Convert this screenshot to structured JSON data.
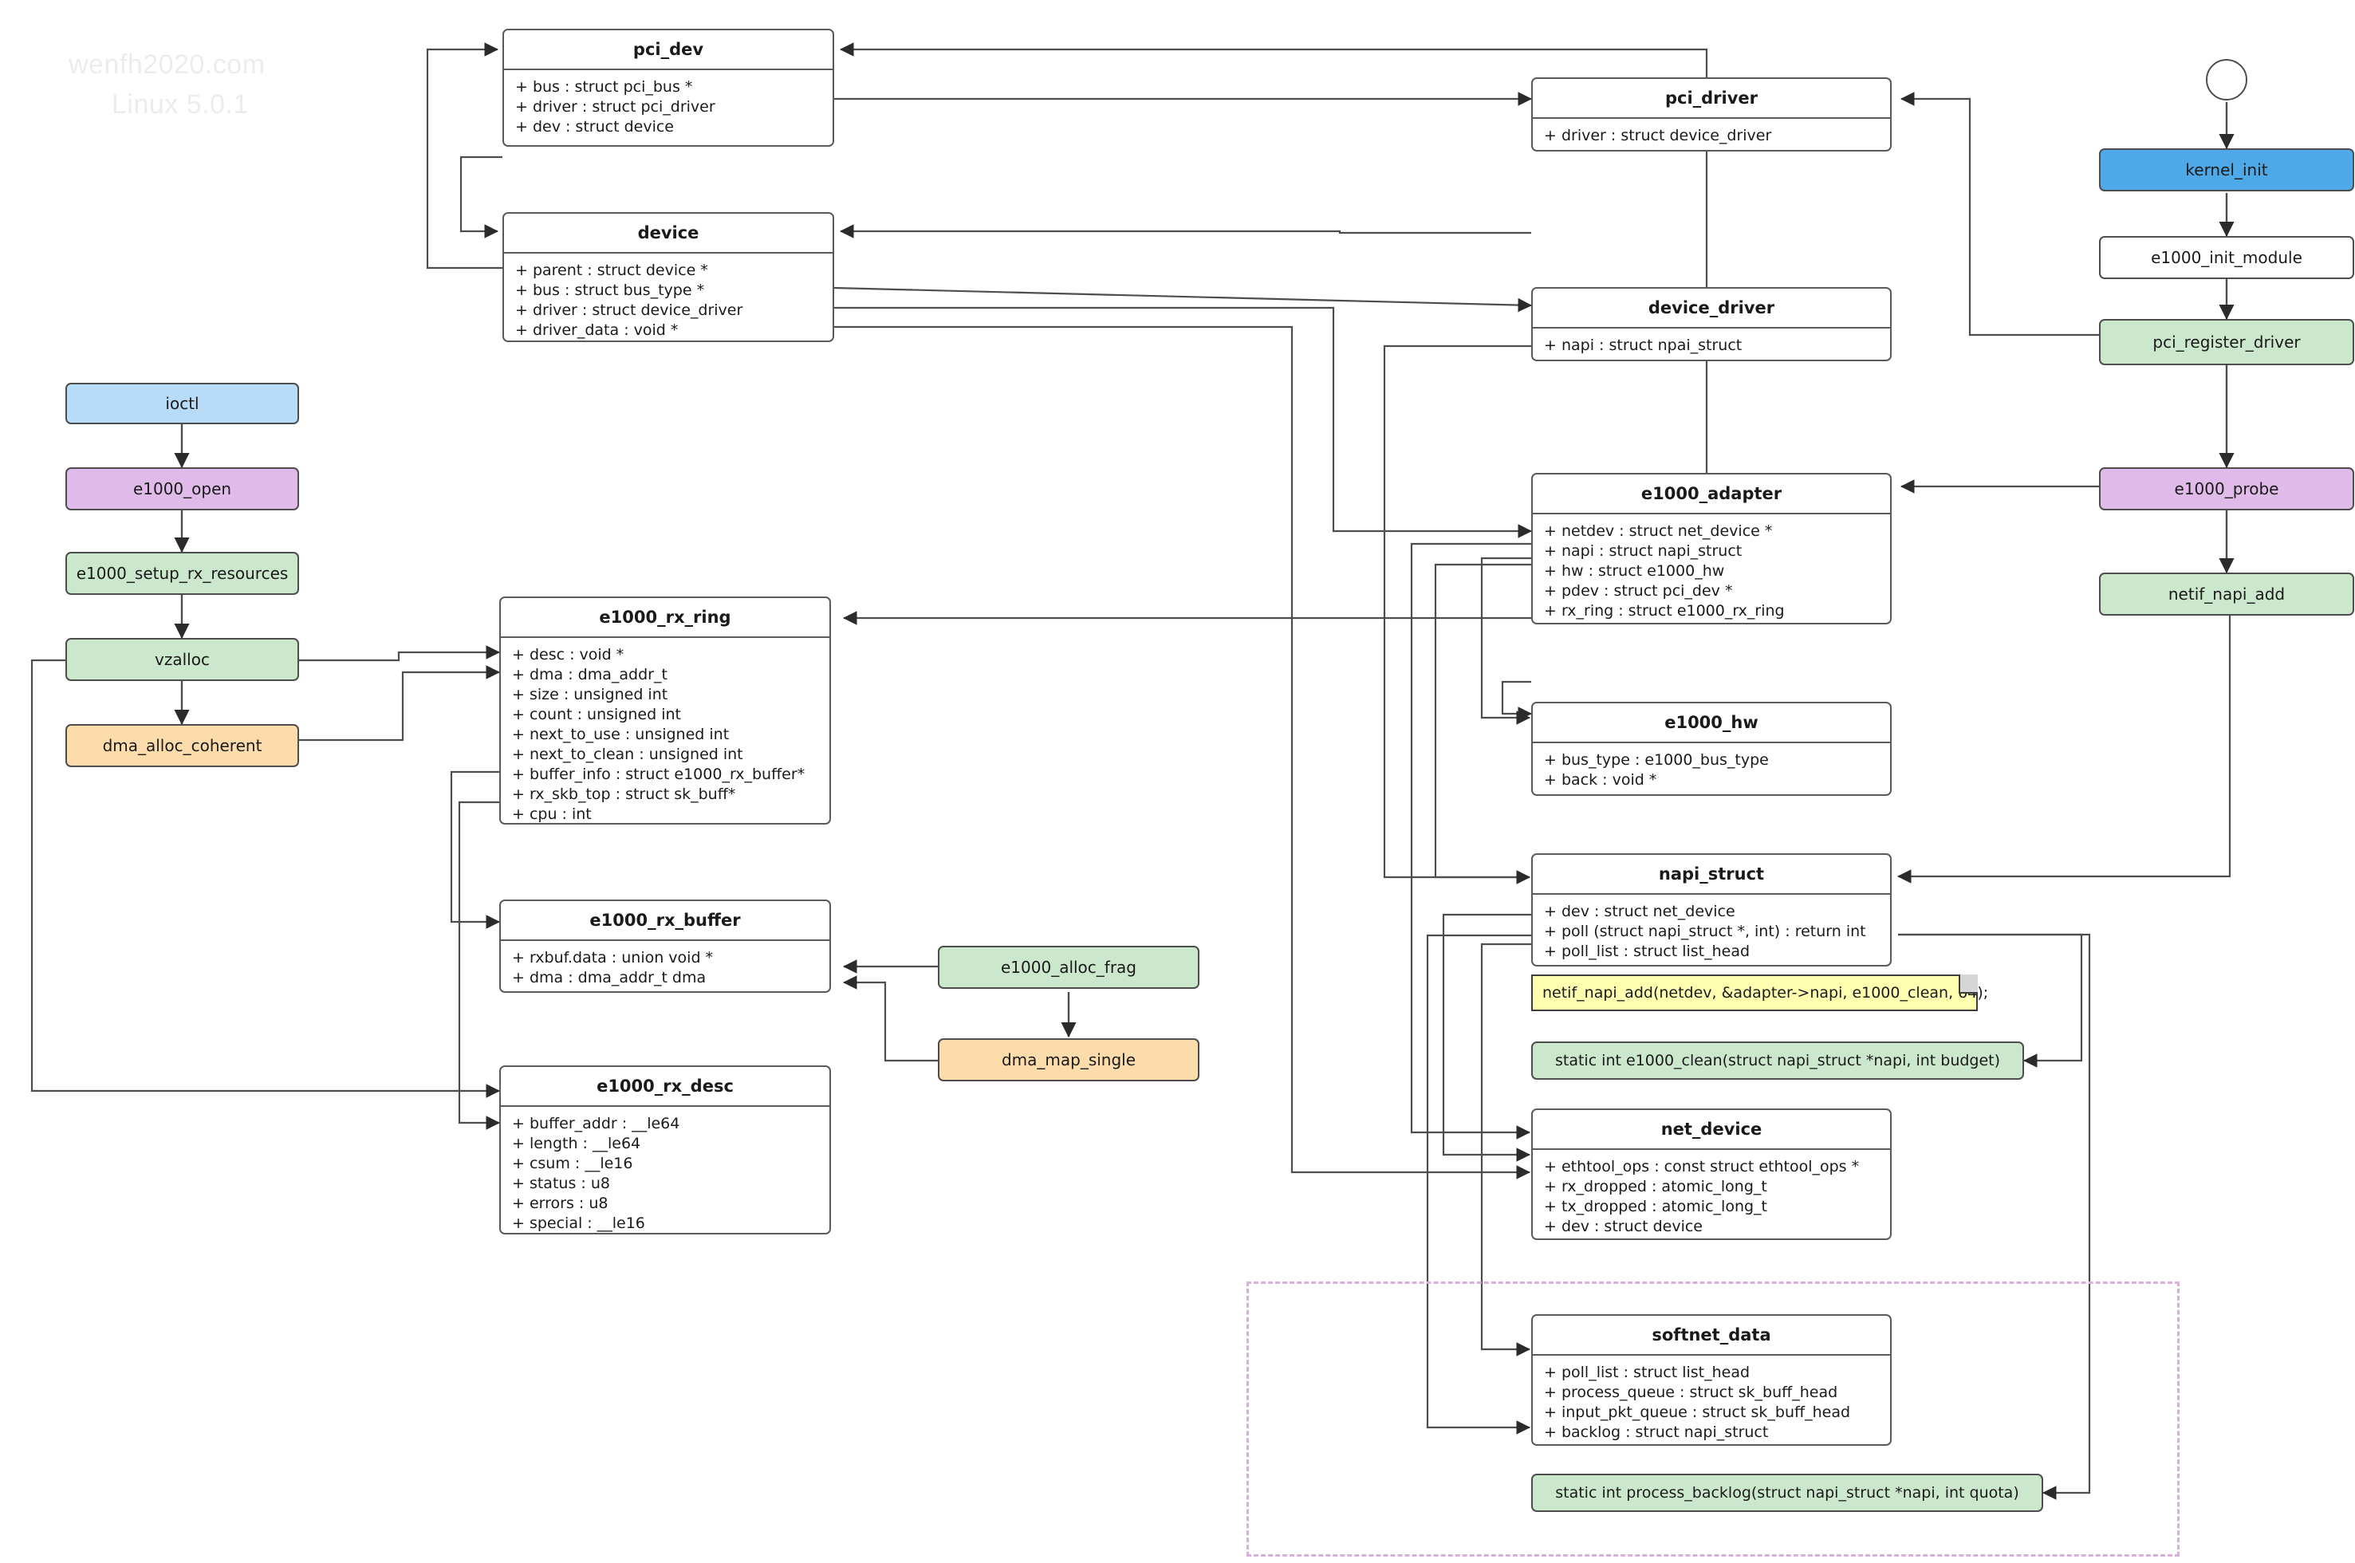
{
  "watermark": {
    "line1": "wenfh2020.com",
    "line2": "Linux 5.0.1"
  },
  "colors": {
    "blue": "#b8dcf7",
    "strong_blue": "#4fa9e8",
    "purple": "#e0bae8",
    "green": "#cbe8cc",
    "orange": "#fcdcaa",
    "note_yellow": "#ffffaf",
    "group_dashed": "#d6b0da",
    "stroke": "#4d4d4d"
  },
  "classes": [
    {
      "id": "pci_dev",
      "title": "pci_dev",
      "attrs": [
        "+ bus : struct pci_bus *",
        "+ driver : struct pci_driver",
        "+ dev : struct device"
      ]
    },
    {
      "id": "device",
      "title": "device",
      "attrs": [
        "+ parent : struct device *",
        "+ bus : struct bus_type *",
        "+ driver : struct device_driver",
        "+ driver_data : void *"
      ]
    },
    {
      "id": "e1000_rx_ring",
      "title": "e1000_rx_ring",
      "attrs": [
        "+ desc : void *",
        "+ dma : dma_addr_t",
        "+ size : unsigned int",
        "+ count : unsigned int",
        "+ next_to_use : unsigned int",
        "+ next_to_clean : unsigned int",
        "+ buffer_info : struct e1000_rx_buffer*",
        "+ rx_skb_top : struct sk_buff*",
        "+ cpu : int"
      ]
    },
    {
      "id": "e1000_rx_buffer",
      "title": "e1000_rx_buffer",
      "attrs": [
        "+ rxbuf.data : union void *",
        "+ dma : dma_addr_t dma"
      ]
    },
    {
      "id": "e1000_rx_desc",
      "title": "e1000_rx_desc",
      "attrs": [
        "+ buffer_addr : __le64",
        "+ length : __le64",
        "+ csum : __le16",
        "+ status : u8",
        "+ errors : u8",
        "+ special : __le16"
      ]
    },
    {
      "id": "pci_driver",
      "title": "pci_driver",
      "attrs": [
        "+ driver : struct device_driver"
      ]
    },
    {
      "id": "device_driver",
      "title": "device_driver",
      "attrs": [
        "+ napi : struct npai_struct"
      ]
    },
    {
      "id": "e1000_adapter",
      "title": "e1000_adapter",
      "attrs": [
        "+ netdev : struct net_device *",
        "+ napi : struct napi_struct",
        "+ hw : struct e1000_hw",
        "+ pdev : struct pci_dev *",
        "+ rx_ring : struct e1000_rx_ring"
      ]
    },
    {
      "id": "e1000_hw",
      "title": "e1000_hw",
      "attrs": [
        "+ bus_type : e1000_bus_type",
        "+ back : void *"
      ]
    },
    {
      "id": "napi_struct",
      "title": "napi_struct",
      "attrs": [
        "+ dev : struct net_device",
        "+ poll (struct napi_struct *, int) : return int",
        "+ poll_list : struct list_head"
      ]
    },
    {
      "id": "net_device",
      "title": "net_device",
      "attrs": [
        "+ ethtool_ops : const struct ethtool_ops *",
        "+ rx_dropped : atomic_long_t",
        "+ tx_dropped : atomic_long_t",
        "+ dev : struct device"
      ]
    },
    {
      "id": "softnet_data",
      "title": "softnet_data",
      "attrs": [
        "+ poll_list : struct list_head",
        "+ process_queue : struct sk_buff_head",
        "+ input_pkt_queue : struct sk_buff_head",
        "+ backlog : struct napi_struct"
      ]
    }
  ],
  "flow_left": {
    "nodes": [
      {
        "id": "ioctl",
        "label": "ioctl",
        "fill": "blue"
      },
      {
        "id": "e1000_open",
        "label": "e1000_open",
        "fill": "purple"
      },
      {
        "id": "e1000_setup_rx_resources",
        "label": "e1000_setup_rx_resources",
        "fill": "green"
      },
      {
        "id": "vzalloc",
        "label": "vzalloc",
        "fill": "green"
      },
      {
        "id": "dma_alloc_coherent",
        "label": "dma_alloc_coherent",
        "fill": "orange"
      }
    ]
  },
  "flow_middle": {
    "nodes": [
      {
        "id": "e1000_alloc_frag",
        "label": "e1000_alloc_frag",
        "fill": "green"
      },
      {
        "id": "dma_map_single",
        "label": "dma_map_single",
        "fill": "orange"
      }
    ]
  },
  "flow_right": {
    "start_node": "start-circle",
    "nodes": [
      {
        "id": "kernel_init",
        "label": "kernel_init",
        "fill": "strongblue"
      },
      {
        "id": "e1000_init_module",
        "label": "e1000_init_module",
        "fill": "white"
      },
      {
        "id": "pci_register_driver",
        "label": "pci_register_driver",
        "fill": "green"
      },
      {
        "id": "e1000_probe",
        "label": "e1000_probe",
        "fill": "purple"
      },
      {
        "id": "netif_napi_add",
        "label": "netif_napi_add",
        "fill": "green"
      }
    ]
  },
  "notes": [
    {
      "id": "netif-napi-add-note",
      "text": "netif_napi_add(netdev, &adapter->napi, e1000_clean, 64);"
    }
  ],
  "codeboxes": [
    {
      "id": "e1000_clean",
      "text": "static int e1000_clean(struct napi_struct *napi, int budget)"
    },
    {
      "id": "process_backlog",
      "text": "static int process_backlog(struct napi_struct *napi, int quota)"
    }
  ]
}
